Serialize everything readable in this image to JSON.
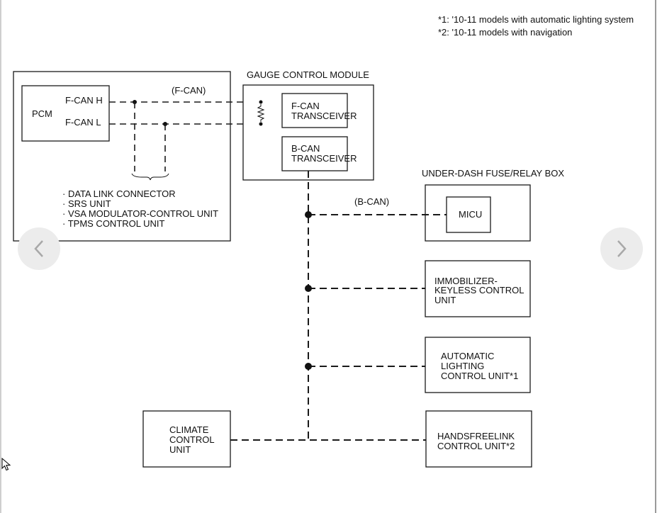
{
  "notes": {
    "note1": "*1: '10-11 models with automatic lighting system",
    "note2": "*2: '10-11 models with navigation"
  },
  "pcm": {
    "name": "PCM",
    "fcan_h": "F-CAN H",
    "fcan_l": "F-CAN L",
    "bus_label": "(F-CAN)",
    "connected_units": [
      "· DATA LINK CONNECTOR",
      "· SRS UNIT",
      "· VSA MODULATOR-CONTROL UNIT",
      "· TPMS CONTROL UNIT"
    ]
  },
  "gauge_module": {
    "title": "GAUGE CONTROL MODULE",
    "fcan_transceiver": [
      "F-CAN",
      "TRANSCEIVER"
    ],
    "bcan_transceiver": [
      "B-CAN",
      "TRANSCEIVER"
    ]
  },
  "bcan": {
    "bus_label": "(B-CAN)",
    "fuse_box_title": "UNDER-DASH FUSE/RELAY BOX",
    "micu": "MICU",
    "immobilizer": [
      "IMMOBILIZER-",
      "KEYLESS CONTROL",
      "UNIT"
    ],
    "auto_lighting": [
      "AUTOMATIC",
      "LIGHTING",
      "CONTROL UNIT*1"
    ],
    "handsfree": [
      "HANDSFREELINK",
      "CONTROL UNIT*2"
    ],
    "climate": [
      "CLIMATE",
      "CONTROL",
      "UNIT"
    ]
  },
  "navigation": {
    "prev_icon": "chevron-left-icon",
    "next_icon": "chevron-right-icon"
  }
}
